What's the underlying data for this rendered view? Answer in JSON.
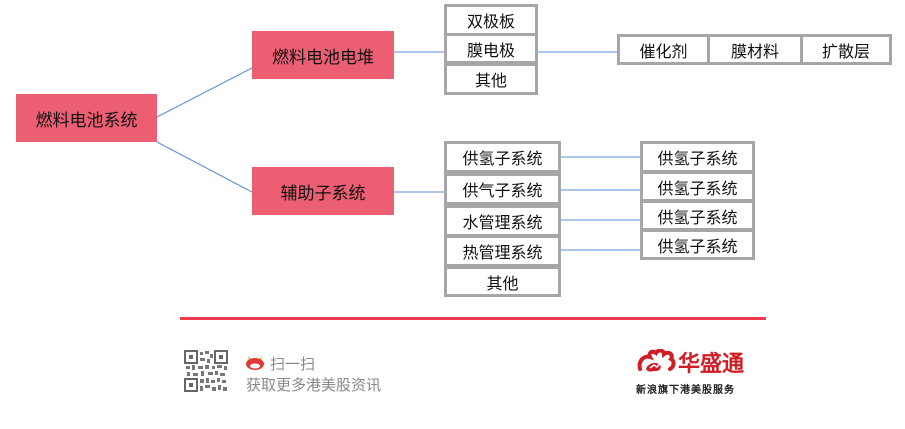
{
  "diagram": {
    "root": "燃料电池系统",
    "level1": [
      {
        "label": "燃料电池电堆"
      },
      {
        "label": "辅助子系统"
      }
    ],
    "stack_components": [
      "双极板",
      "膜电极",
      "其他"
    ],
    "mea_components": [
      "催化剂",
      "膜材料",
      "扩散层"
    ],
    "aux_components": [
      "供氢子系统",
      "供气子系统",
      "水管理系统",
      "热管理系统",
      "其他"
    ],
    "aux_details": [
      "供氢子系统",
      "供氢子系统",
      "供氢子系统",
      "供氢子系统"
    ],
    "colors": {
      "node_fill": "#ec5e72",
      "link": "#5b8fd8",
      "box_border": "#a6a6a6",
      "divider": "#ef3a4f"
    }
  },
  "footer": {
    "scan_label": "扫一扫",
    "more_info": "获取更多港美股资讯",
    "brand_name": "华盛通",
    "brand_tagline": "新浪旗下港美股服务"
  }
}
